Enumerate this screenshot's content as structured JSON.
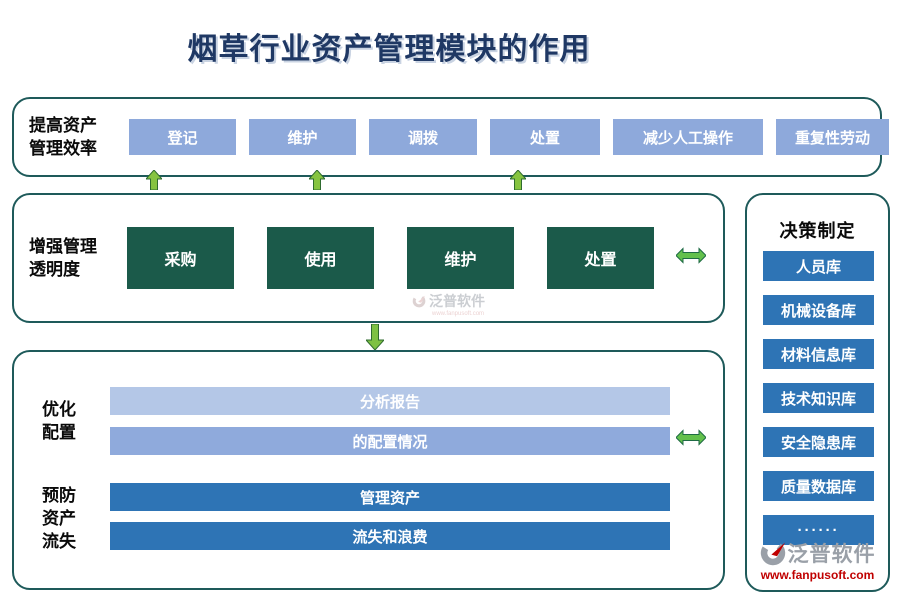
{
  "title": "烟草行业资产管理模块的作用",
  "sections": {
    "efficiency": {
      "label_lines": [
        "提高资产",
        "管理效率"
      ],
      "items": [
        "登记",
        "维护",
        "调拨",
        "处置",
        "减少人工操作",
        "重复性劳动"
      ]
    },
    "transparency": {
      "label_lines": [
        "增强管理",
        "透明度"
      ],
      "items": [
        "采购",
        "使用",
        "维护",
        "处置"
      ]
    },
    "optimization": {
      "label_lines": [
        "优化",
        "配置"
      ],
      "bars": [
        "分析报告",
        "的配置情况"
      ]
    },
    "prevention": {
      "label_lines": [
        "预防",
        "资产",
        "流失"
      ],
      "bars": [
        "管理资产",
        "流失和浪费"
      ]
    },
    "decision": {
      "header": "决策制定",
      "items": [
        "人员库",
        "机械设备库",
        "材料信息库",
        "技术知识库",
        "安全隐患库",
        "质量数据库",
        "······"
      ]
    }
  },
  "watermark": {
    "brand": "泛普软件",
    "url": "www.fanpusoft.com"
  },
  "brand_footer": {
    "name": "泛普软件",
    "url": "www.fanpusoft.com"
  },
  "colors": {
    "title": "#1F3864",
    "panel_border": "#1E5A5A",
    "box_light_blue": "#8EA9DB",
    "box_dark_green": "#1B5A4A",
    "bar_lightest": "#B4C7E7",
    "bar_light": "#8FAADC",
    "bar_blue": "#2E74B5",
    "arrow_green": "#7EC143",
    "footer_url_red": "#C00000"
  }
}
